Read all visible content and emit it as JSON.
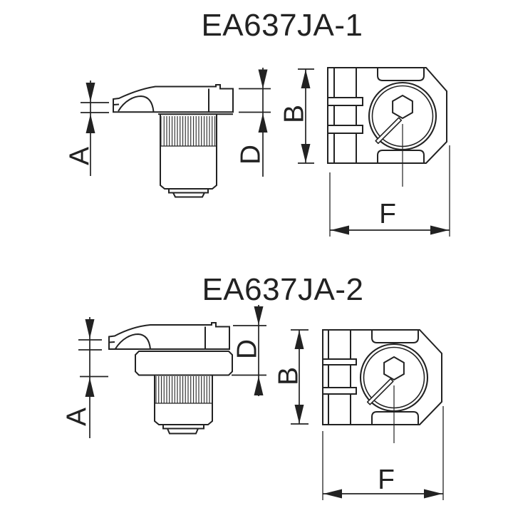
{
  "canvas": {
    "background": "#ffffff",
    "ink": "#222222"
  },
  "drawings": [
    {
      "title": "EA637JA-1",
      "dims": {
        "a": "A",
        "b": "B",
        "d": "D",
        "f": "F"
      }
    },
    {
      "title": "EA637JA-2",
      "dims": {
        "a": "A",
        "b": "B",
        "d": "D",
        "f": "F"
      }
    }
  ]
}
